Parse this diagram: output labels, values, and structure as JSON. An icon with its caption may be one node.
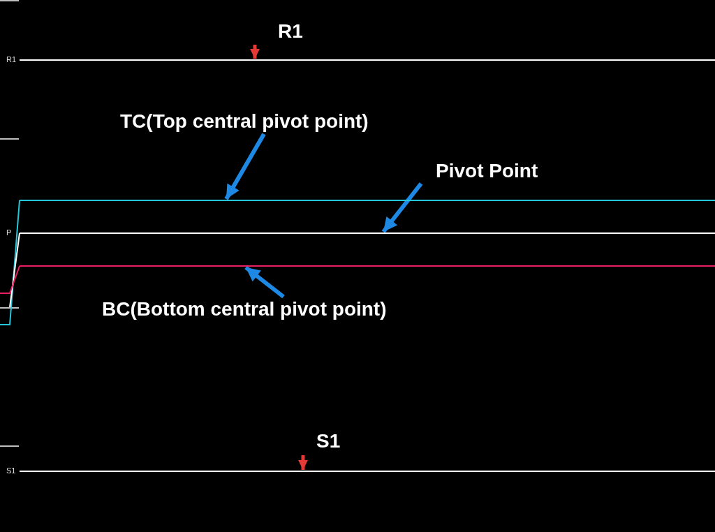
{
  "diagram": {
    "nodes": [
      {
        "text": [],
        "shape": "line",
        "beside": [
          "R1"
        ]
      },
      {
        "text": [
          "TC(Top central pivot point)"
        ]
      },
      {
        "text": [
          "Pivot Point"
        ]
      },
      {
        "text": [],
        "shape": "line"
      },
      {
        "text": [],
        "shape": "line",
        "beside": [
          "P"
        ]
      },
      {
        "text": [],
        "shape": "line"
      },
      {
        "text": [
          "BC(Bottom central pivot point)"
        ]
      },
      {
        "text": [],
        "shape": "line",
        "beside": [
          "S1"
        ]
      }
    ],
    "edges": [
      {
        "from": null,
        "to": 0,
        "arrow": "to",
        "color": "#e53935"
      },
      {
        "from": 1,
        "to": 3,
        "arrow": "to"
      },
      {
        "from": 2,
        "to": 4,
        "arrow": "to"
      },
      {
        "from": 6,
        "to": 5,
        "arrow": "to"
      },
      {
        "from": null,
        "to": 7,
        "arrow": "to",
        "color": "#e53935"
      }
    ],
    "labels": [
      "R1",
      "S1"
    ]
  }
}
